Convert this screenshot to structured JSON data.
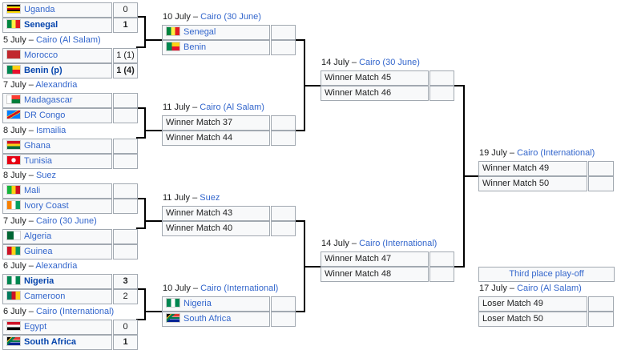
{
  "round_of_16": [
    {
      "header": "",
      "teams": [
        {
          "name": "Uganda",
          "score": "0",
          "winner": false,
          "flag": "uganda"
        },
        {
          "name": "Senegal",
          "score": "1",
          "winner": true,
          "flag": "senegal"
        }
      ]
    },
    {
      "header": {
        "date": "5 July – ",
        "venue": "Cairo (Al Salam)"
      },
      "teams": [
        {
          "name": "Morocco",
          "score": "1 (1)",
          "winner": false,
          "flag": "morocco"
        },
        {
          "name": "Benin (p)",
          "score": "1 (4)",
          "winner": true,
          "flag": "benin"
        }
      ]
    },
    {
      "header": {
        "date": "7 July – ",
        "venue": "Alexandria"
      },
      "teams": [
        {
          "name": "Madagascar",
          "score": "",
          "winner": false,
          "flag": "madagascar"
        },
        {
          "name": "DR Congo",
          "score": "",
          "winner": false,
          "flag": "drcongo"
        }
      ]
    },
    {
      "header": {
        "date": "8 July – ",
        "venue": "Ismailia"
      },
      "teams": [
        {
          "name": "Ghana",
          "score": "",
          "winner": false,
          "flag": "ghana"
        },
        {
          "name": "Tunisia",
          "score": "",
          "winner": false,
          "flag": "tunisia"
        }
      ]
    },
    {
      "header": {
        "date": "8 July – ",
        "venue": "Suez"
      },
      "teams": [
        {
          "name": "Mali",
          "score": "",
          "winner": false,
          "flag": "mali"
        },
        {
          "name": "Ivory Coast",
          "score": "",
          "winner": false,
          "flag": "ivorycoast"
        }
      ]
    },
    {
      "header": {
        "date": "7 July – ",
        "venue": "Cairo (30 June)"
      },
      "teams": [
        {
          "name": "Algeria",
          "score": "",
          "winner": false,
          "flag": "algeria"
        },
        {
          "name": "Guinea",
          "score": "",
          "winner": false,
          "flag": "guinea"
        }
      ]
    },
    {
      "header": {
        "date": "6 July – ",
        "venue": "Alexandria"
      },
      "teams": [
        {
          "name": "Nigeria",
          "score": "3",
          "winner": true,
          "flag": "nigeria"
        },
        {
          "name": "Cameroon",
          "score": "2",
          "winner": false,
          "flag": "cameroon"
        }
      ]
    },
    {
      "header": {
        "date": "6 July – ",
        "venue": "Cairo (International)"
      },
      "teams": [
        {
          "name": "Egypt",
          "score": "0",
          "winner": false,
          "flag": "egypt"
        },
        {
          "name": "South Africa",
          "score": "1",
          "winner": true,
          "flag": "southafrica"
        }
      ]
    }
  ],
  "quarter_finals": [
    {
      "header": {
        "date": "10 July – ",
        "venue": "Cairo (30 June)"
      },
      "teams": [
        {
          "name": "Senegal",
          "score": "",
          "flag": "senegal"
        },
        {
          "name": "Benin",
          "score": "",
          "flag": "benin"
        }
      ]
    },
    {
      "header": {
        "date": "11 July – ",
        "venue": "Cairo (Al Salam)"
      },
      "teams": [
        {
          "name": "Winner Match 37",
          "score": ""
        },
        {
          "name": "Winner Match 44",
          "score": ""
        }
      ]
    },
    {
      "header": {
        "date": "11 July – ",
        "venue": "Suez"
      },
      "teams": [
        {
          "name": "Winner Match 43",
          "score": ""
        },
        {
          "name": "Winner Match 40",
          "score": ""
        }
      ]
    },
    {
      "header": {
        "date": "10 July – ",
        "venue": "Cairo (International)"
      },
      "teams": [
        {
          "name": "Nigeria",
          "score": "",
          "flag": "nigeria"
        },
        {
          "name": "South Africa",
          "score": "",
          "flag": "southafrica"
        }
      ]
    }
  ],
  "semi_finals": [
    {
      "header": {
        "date": "14 July – ",
        "venue": "Cairo (30 June)"
      },
      "teams": [
        {
          "name": "Winner Match 45",
          "score": ""
        },
        {
          "name": "Winner Match 46",
          "score": ""
        }
      ]
    },
    {
      "header": {
        "date": "14 July – ",
        "venue": "Cairo (International)"
      },
      "teams": [
        {
          "name": "Winner Match 47",
          "score": ""
        },
        {
          "name": "Winner Match 48",
          "score": ""
        }
      ]
    }
  ],
  "final": {
    "header": {
      "date": "19 July – ",
      "venue": "Cairo (International)"
    },
    "teams": [
      {
        "name": "Winner Match 49",
        "score": ""
      },
      {
        "name": "Winner Match 50",
        "score": ""
      }
    ]
  },
  "third_place": {
    "label": "Third place play-off",
    "header": {
      "date": "17 July – ",
      "venue": "Cairo (Al Salam)"
    },
    "teams": [
      {
        "name": "Loser Match 49",
        "score": ""
      },
      {
        "name": "Loser Match 50",
        "score": ""
      }
    ]
  },
  "colors": {
    "link": "#3366cc",
    "cell_bg": "#f8f9fa",
    "border": "#a2a9b1",
    "line": "#000000"
  }
}
